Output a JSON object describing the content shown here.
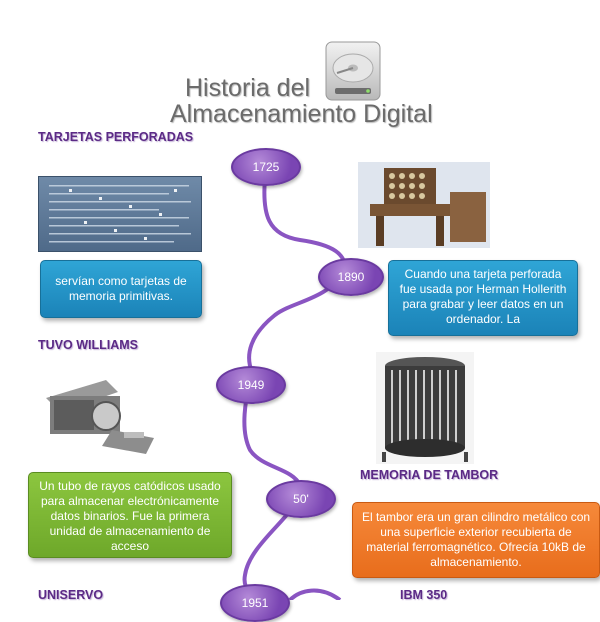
{
  "header": {
    "title_line1": "Historia del",
    "title_line2": "Almacenamiento Digital"
  },
  "sections": {
    "tarjetas": "TARJETAS PERFORADAS",
    "tuvo": "TUVO WILLIAMS",
    "memoria": "MEMORIA  DE TAMBOR",
    "uniservo": "UNISERVO",
    "ibm": "IBM 350"
  },
  "nodes": {
    "n1725": "1725",
    "n1890": "1890",
    "n1949": "1949",
    "n50": "50'",
    "n1951": "1951"
  },
  "boxes": {
    "tarjetas_text": "servían como tarjetas de memoria primitivas.",
    "hollerith_text": "Cuando una tarjeta perforada fue usada por Herman Hollerith para grabar y leer datos en un ordenador. La",
    "williams_text": "Un tubo de rayos catódicos usado para almacenar electrónicamente datos binarios. Fue la primera unidad de almacenamiento de acceso",
    "tambor_text": "El tambor era un gran cilindro metálico con una superficie exterior recubierta de material ferromagnético. Ofrecía 10kB de almacenamiento."
  },
  "colors": {
    "purple": "#7a45b3",
    "blue": "#1b83b8",
    "green": "#6ea82a",
    "orange": "#e86d1c"
  },
  "icons": {
    "hard_drive": "hard-drive-icon"
  }
}
